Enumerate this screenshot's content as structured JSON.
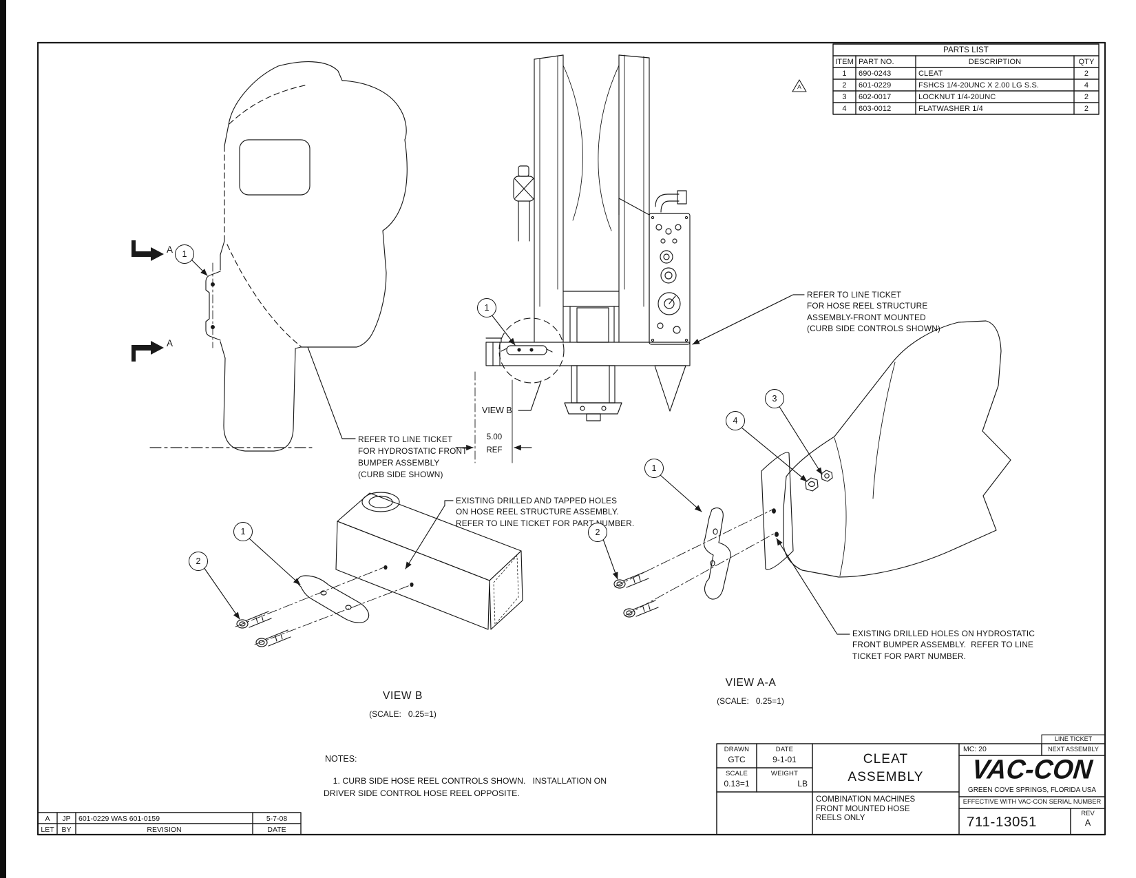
{
  "parts_list": {
    "title": "PARTS LIST",
    "headers": [
      "ITEM",
      "PART NO.",
      "DESCRIPTION",
      "QTY"
    ],
    "rows": [
      {
        "item": "1",
        "part_no": "690-0243",
        "description": "CLEAT",
        "qty": "2",
        "rev_flag": ""
      },
      {
        "item": "2",
        "part_no": "601-0229",
        "description": "FSHCS 1/4-20UNC X 2.00  LG S.S.",
        "qty": "4",
        "rev_flag": "A"
      },
      {
        "item": "3",
        "part_no": "602-0017",
        "description": "LOCKNUT 1/4-20UNC",
        "qty": "2",
        "rev_flag": ""
      },
      {
        "item": "4",
        "part_no": "603-0012",
        "description": "FLATWASHER 1/4",
        "qty": "2",
        "rev_flag": ""
      }
    ]
  },
  "callouts": {
    "bumper": "REFER TO LINE TICKET\nFOR HYDROSTATIC FRONT\nBUMPER ASSEMBLY\n(CURB SIDE SHOWN)",
    "hose_reel": "REFER TO LINE TICKET\nFOR HOSE REEL STRUCTURE\nASSEMBLY-FRONT MOUNTED\n(CURB SIDE CONTROLS SHOWN)",
    "tapped_holes": "EXISTING DRILLED AND TAPPED HOLES\nON HOSE REEL STRUCTURE ASSEMBLY.\nREFER TO LINE TICKET FOR PART NUMBER.",
    "drilled_holes": "EXISTING DRILLED HOLES ON HYDROSTATIC\nFRONT BUMPER ASSEMBLY.  REFER TO LINE\nTICKET FOR PART NUMBER."
  },
  "views": {
    "section_letter": "A",
    "view_b_pointer": "VIEW B",
    "dim_value": "5.00",
    "dim_ref": "REF",
    "view_b_title": "VIEW B",
    "view_b_scale": "(SCALE:   0.25=1)",
    "view_aa_title": "VIEW A-A",
    "view_aa_scale": "(SCALE:   0.25=1)"
  },
  "balloons": {
    "b1": "1",
    "b2": "2",
    "b3": "3",
    "b4": "4"
  },
  "notes": {
    "label": "NOTES:",
    "note1": "    1. CURB SIDE HOSE REEL CONTROLS SHOWN.   INSTALLATION ON\nDRIVER SIDE CONTROL HOSE REEL OPPOSITE."
  },
  "title_block": {
    "drawn_label": "DRAWN",
    "drawn": "GTC",
    "date_label": "DATE",
    "date": "9-1-01",
    "scale_label": "SCALE",
    "scale": "0.13=1",
    "weight_label": "WEIGHT",
    "weight": "LB",
    "title": "CLEAT\nASSEMBLY",
    "mc": "MC: 20",
    "line_ticket": "LINE TICKET",
    "next_assembly": "NEXT ASSEMBLY",
    "logo": "VAC-CON",
    "logo_sub": "GREEN COVE SPRINGS, FLORIDA USA",
    "effective": "EFFECTIVE WITH VAC-CON SERIAL NUMBER",
    "usage": "COMBINATION MACHINES\nFRONT MOUNTED HOSE\nREELS ONLY",
    "drawing_number": "711-13051",
    "rev_label": "REV",
    "rev": "A"
  },
  "revision_block": {
    "entry": {
      "let": "A",
      "by": "JP",
      "revision": "601-0229 WAS 601-0159",
      "date": "5-7-08"
    },
    "headers": {
      "let": "LET",
      "by": "BY",
      "revision": "REVISION",
      "date": "DATE"
    }
  }
}
